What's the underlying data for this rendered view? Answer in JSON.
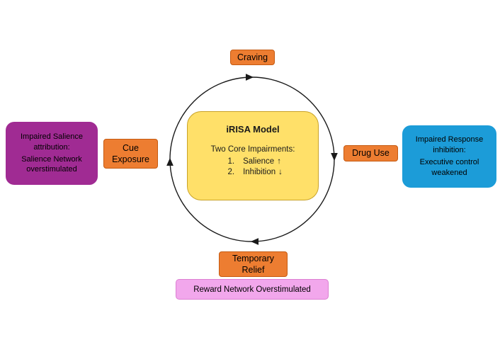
{
  "colors": {
    "cycle_step_orange": "#ED7D31",
    "salience_purple": "#A02B93",
    "inhibition_blue": "#1C9CD8",
    "model_yellow_fill": "#FFE069",
    "model_yellow_border": "#C9A227",
    "reward_pink_fill": "#F2A7EC",
    "arrow_black": "#1a1a1a"
  },
  "center_box": {
    "title": "iRISA Model",
    "subtitle": "Two Core Impairments:",
    "impairments": [
      {
        "index": "1.",
        "label": "Salience",
        "direction": "↑"
      },
      {
        "index": "2.",
        "label": "Inhibition",
        "direction": "↓"
      }
    ]
  },
  "cycle": {
    "craving": "Craving",
    "drug_use": "Drug Use",
    "temporary_relief": "Temporary Relief",
    "cue_exposure": "Cue Exposure"
  },
  "annotations": {
    "salience": {
      "line1": "Impaired Salience attribution:",
      "line2": "Salience Network overstimulated"
    },
    "inhibition": {
      "line1": "Impaired Response inhibition:",
      "line2": "Executive control weakened"
    },
    "reward": "Reward Network Overstimulated"
  }
}
